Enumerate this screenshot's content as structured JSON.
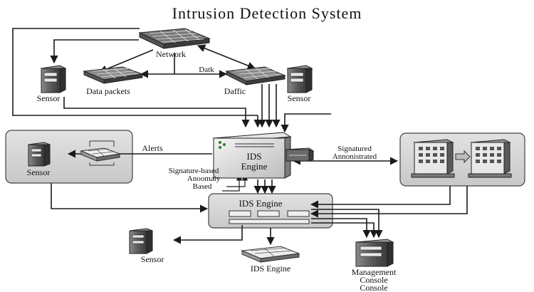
{
  "title": "Intrusion Detection System",
  "labels": {
    "network": "Network",
    "data_packets": "Data packets",
    "datk": "Datk",
    "daffic": "Daffic",
    "sensor_top_left": "Sensor",
    "sensor_top_right": "Sensor",
    "alerts": "Alerts",
    "sensor_left_panel": "Sensor",
    "ids_engine_main_line1": "IDS",
    "ids_engine_main_line2": "Engine",
    "signature_line1": "Signature-based",
    "signature_line2": "Anoomaly",
    "signature_line3": "Based",
    "signatured_line1": "Signatured",
    "signatured_line2": "Annonistrated",
    "ids_engine_center": "IDS Engine",
    "sensor_bottom": "Sensor",
    "ids_engine_bottom": "IDS Engine",
    "mgmt_line1": "Management",
    "mgmt_line2": "Console",
    "mgmt_line3": "Console"
  },
  "colors": {
    "panel_fill": "#d6d6d6",
    "device_dark": "#4a4a4a",
    "device_light": "#e8e8e8",
    "line": "#1a1a1a"
  }
}
